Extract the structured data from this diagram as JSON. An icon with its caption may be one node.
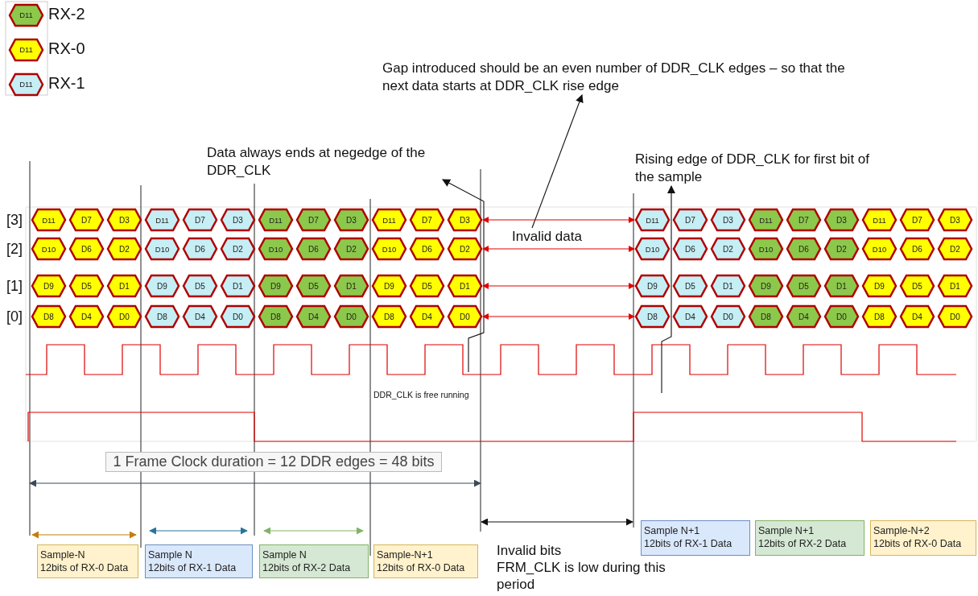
{
  "diagram": {
    "nodes": [
      {
        "text": [
          "Gap introduced should be an even number of DDR_CLK edges – so that the next data starts at DDR_CLK rise edge"
        ]
      },
      {
        "text": [
          "Data always ends at negedge of the DDR_CLK"
        ]
      },
      {
        "text": [
          "Rising edge of DDR_CLK for first bit of the sample"
        ]
      },
      {
        "text": [
          "Invalid data"
        ]
      },
      {
        "text": [
          "1 Frame Clock duration = 12 DDR edges = 48 bits"
        ]
      },
      {
        "text": [
          "D11"
        ]
      },
      {
        "text": [
          "D7"
        ]
      },
      {
        "text": [
          "D3"
        ]
      },
      {
        "text": [
          "D11"
        ]
      },
      {
        "text": [
          "D7"
        ]
      },
      {
        "text": [
          "D3"
        ]
      },
      {
        "text": [
          "D11"
        ]
      },
      {
        "text": [
          "D7"
        ]
      },
      {
        "text": [
          "D3"
        ]
      },
      {
        "text": [
          "D11"
        ]
      },
      {
        "text": [
          "D7"
        ]
      },
      {
        "text": [
          "D3"
        ]
      },
      {
        "text": [
          "D11"
        ]
      },
      {
        "text": [
          "D7"
        ]
      },
      {
        "text": [
          "D3"
        ]
      },
      {
        "text": [
          "D11"
        ]
      },
      {
        "text": [
          "D7"
        ]
      },
      {
        "text": [
          "D3"
        ]
      },
      {
        "text": [
          "D11"
        ]
      },
      {
        "text": [
          "D7"
        ]
      },
      {
        "text": [
          "D3"
        ]
      },
      {
        "text": [
          "D10"
        ]
      },
      {
        "text": [
          "D6"
        ]
      },
      {
        "text": [
          "D2"
        ]
      },
      {
        "text": [
          "D10"
        ]
      },
      {
        "text": [
          "D6"
        ]
      },
      {
        "text": [
          "D2"
        ]
      },
      {
        "text": [
          "D10"
        ]
      },
      {
        "text": [
          "D6"
        ]
      },
      {
        "text": [
          "D2"
        ]
      },
      {
        "text": [
          "D10"
        ]
      },
      {
        "text": [
          "D6"
        ]
      },
      {
        "text": [
          "D2"
        ]
      },
      {
        "text": [
          "D10"
        ]
      },
      {
        "text": [
          "D6"
        ]
      },
      {
        "text": [
          "D2"
        ]
      },
      {
        "text": [
          "D10"
        ]
      },
      {
        "text": [
          "D6"
        ]
      },
      {
        "text": [
          "D2"
        ]
      },
      {
        "text": [
          "D10"
        ]
      },
      {
        "text": [
          "D6"
        ]
      },
      {
        "text": [
          "D2"
        ]
      },
      {
        "text": [
          "D9"
        ]
      },
      {
        "text": [
          "D5"
        ]
      },
      {
        "text": [
          "D1"
        ]
      },
      {
        "text": [
          "D9"
        ]
      },
      {
        "text": [
          "D5"
        ]
      },
      {
        "text": [
          "D1"
        ]
      },
      {
        "text": [
          "D9"
        ]
      },
      {
        "text": [
          "D5"
        ]
      },
      {
        "text": [
          "D1"
        ]
      },
      {
        "text": [
          "D9"
        ]
      },
      {
        "text": [
          "D5"
        ]
      },
      {
        "text": [
          "D1"
        ]
      },
      {
        "text": [
          "D9"
        ]
      },
      {
        "text": [
          "D5"
        ]
      },
      {
        "text": [
          "D1"
        ]
      },
      {
        "text": [
          "D9"
        ]
      },
      {
        "text": [
          "D5"
        ]
      },
      {
        "text": [
          "D1"
        ]
      },
      {
        "text": [
          "D9"
        ]
      },
      {
        "text": [
          "D5"
        ]
      },
      {
        "text": [
          "D1"
        ]
      },
      {
        "text": [
          "D8"
        ]
      },
      {
        "text": [
          "D4"
        ]
      },
      {
        "text": [
          "D0"
        ]
      },
      {
        "text": [
          "D8"
        ]
      },
      {
        "text": [
          "D4"
        ]
      },
      {
        "text": [
          "D0"
        ]
      },
      {
        "text": [
          "D8"
        ]
      },
      {
        "text": [
          "D4"
        ]
      },
      {
        "text": [
          "D0"
        ]
      },
      {
        "text": [
          "D8"
        ]
      },
      {
        "text": [
          "D4"
        ]
      },
      {
        "text": [
          "D0"
        ]
      },
      {
        "text": [
          "D8"
        ]
      },
      {
        "text": [
          "D4"
        ]
      },
      {
        "text": [
          "D0"
        ]
      },
      {
        "text": [
          "D8"
        ]
      },
      {
        "text": [
          "D4"
        ]
      },
      {
        "text": [
          "D0"
        ]
      },
      {
        "text": [
          "D8"
        ]
      },
      {
        "text": [
          "D4"
        ]
      },
      {
        "text": [
          "D0"
        ]
      },
      {
        "text": [
          "Sample-N",
          "12bits of RX-0 Data"
        ]
      },
      {
        "text": [
          "Sample N",
          "12bits of RX-1 Data"
        ]
      },
      {
        "text": [
          "Sample N",
          "12bits of RX-2 Data"
        ]
      },
      {
        "text": [
          "Sample-N+1",
          "12bits of RX-0 Data"
        ]
      },
      {
        "text": [
          "Sample N+1",
          "12bits of RX-1 Data"
        ]
      },
      {
        "text": [
          "Sample N+1",
          "12bits of RX-2 Data"
        ]
      },
      {
        "text": [
          "Sample-N+2",
          "12bits of RX-0 Data"
        ]
      }
    ],
    "edges": [
      {
        "from": 3,
        "to": 0,
        "arrow": "to",
        "color": "#111111"
      },
      {
        "from": null,
        "to": 1,
        "arrow": "to",
        "color": "#111111"
      },
      {
        "from": null,
        "to": 2,
        "arrow": "to",
        "color": "#111111"
      },
      {
        "from": 16,
        "to": 17,
        "arrow": "both",
        "color": "#e00000"
      },
      {
        "from": 37,
        "to": 38,
        "arrow": "both",
        "color": "#e00000"
      },
      {
        "from": 58,
        "to": 59,
        "arrow": "both",
        "color": "#e00000"
      },
      {
        "from": 79,
        "to": 80,
        "arrow": "both",
        "color": "#e00000"
      }
    ],
    "labels": [
      "D11",
      "D11",
      "D11",
      "[3]",
      "[2]",
      "[1]",
      "[0]",
      "DDR_CLK is free running",
      "Invalid bits",
      "FRM_CLK is low during this period"
    ],
    "legend": [
      {
        "text": "RX-2",
        "color": "#8cc84b"
      },
      {
        "text": "RX-0",
        "color": "#ffff00"
      },
      {
        "text": "RX-1",
        "color": "#c5eef5"
      }
    ]
  }
}
